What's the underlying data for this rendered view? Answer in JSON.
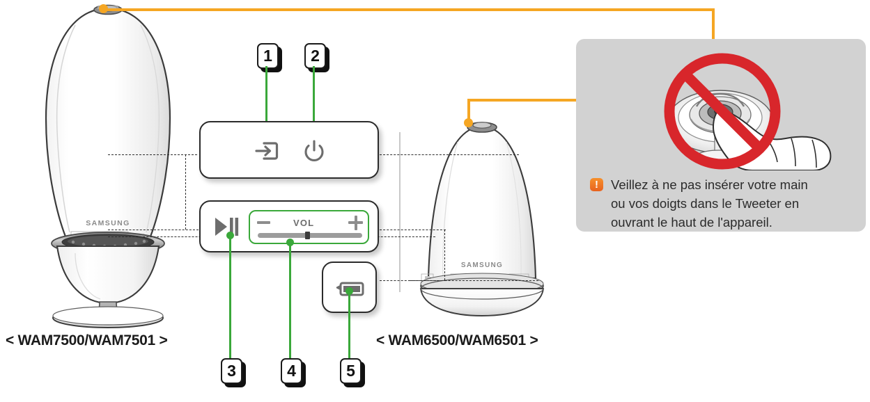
{
  "page": {
    "type": "product-manual-diagram",
    "background": "#ffffff"
  },
  "colors": {
    "callout_green": "#3aa83a",
    "leader_orange": "#f5a623",
    "warning_box_gray": "#d2d2d2",
    "warning_icon_orange": "#e8621f",
    "prohibition_red": "#d8262b",
    "badge_dark": "#1a1a1a",
    "icon_gray": "#6d6d6d"
  },
  "captions": {
    "left_model": "< WAM7500/WAM7501 >",
    "right_model": "< WAM6500/WAM6501 >"
  },
  "callouts": [
    {
      "number": "1",
      "target": "source-input-button"
    },
    {
      "number": "2",
      "target": "power-button"
    },
    {
      "number": "3",
      "target": "play-pause-button"
    },
    {
      "number": "4",
      "target": "volume-slider"
    },
    {
      "number": "5",
      "target": "battery-button"
    }
  ],
  "panels": {
    "top_panel": {
      "buttons": [
        {
          "icon": "source-input-icon",
          "label": ""
        },
        {
          "icon": "power-icon",
          "label": ""
        }
      ]
    },
    "bottom_panel": {
      "play_pause": {
        "icon": "play-pause-icon"
      },
      "volume": {
        "minus_label": "−",
        "label": "VOL",
        "plus_label": "+",
        "level_percent": 45
      }
    },
    "battery_panel": {
      "icon": "battery-icon"
    }
  },
  "warning": {
    "icon": "warning-exclamation-icon",
    "text": "Veillez à ne pas insérer votre main\nou vos doigts dans le Tweeter en\nouvrant le haut de l'appareil.",
    "illustration": "prohibition-hand-in-tweeter"
  },
  "speakers": {
    "left": {
      "name": "WAM7500",
      "brand": "SAMSUNG",
      "shape": "egg-on-pedestal"
    },
    "right": {
      "name": "WAM6500",
      "brand": "SAMSUNG",
      "shape": "dome-on-base"
    }
  }
}
